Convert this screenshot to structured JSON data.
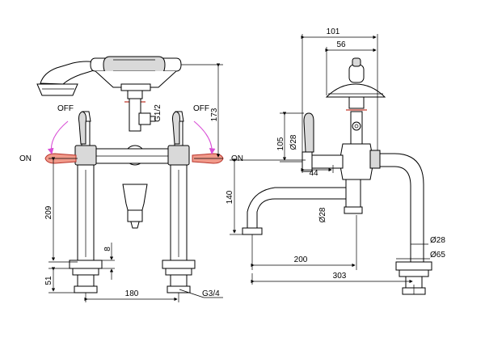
{
  "front_view": {
    "label_off_left": "OFF",
    "label_off_right": "OFF",
    "label_on_left": "ON",
    "label_on_right": "ON",
    "dim_height_handset": "173",
    "dim_thread_handset": "G1/2",
    "dim_209": "209",
    "dim_8": "8",
    "dim_51": "51",
    "dim_180": "180",
    "dim_thread_inlet": "G3/4"
  },
  "side_view": {
    "dim_101": "101",
    "dim_56": "56",
    "dim_105": "105",
    "dim_dia28_top": "Ø28",
    "dim_44": "44",
    "dim_140": "140",
    "dim_dia28_mid": "Ø28",
    "dim_200": "200",
    "dim_dia28_base": "Ø28",
    "dim_dia65": "Ø65",
    "dim_303": "303"
  },
  "colors": {
    "lever_on": "#f19a8a",
    "swing_arc": "#d94fd6"
  }
}
